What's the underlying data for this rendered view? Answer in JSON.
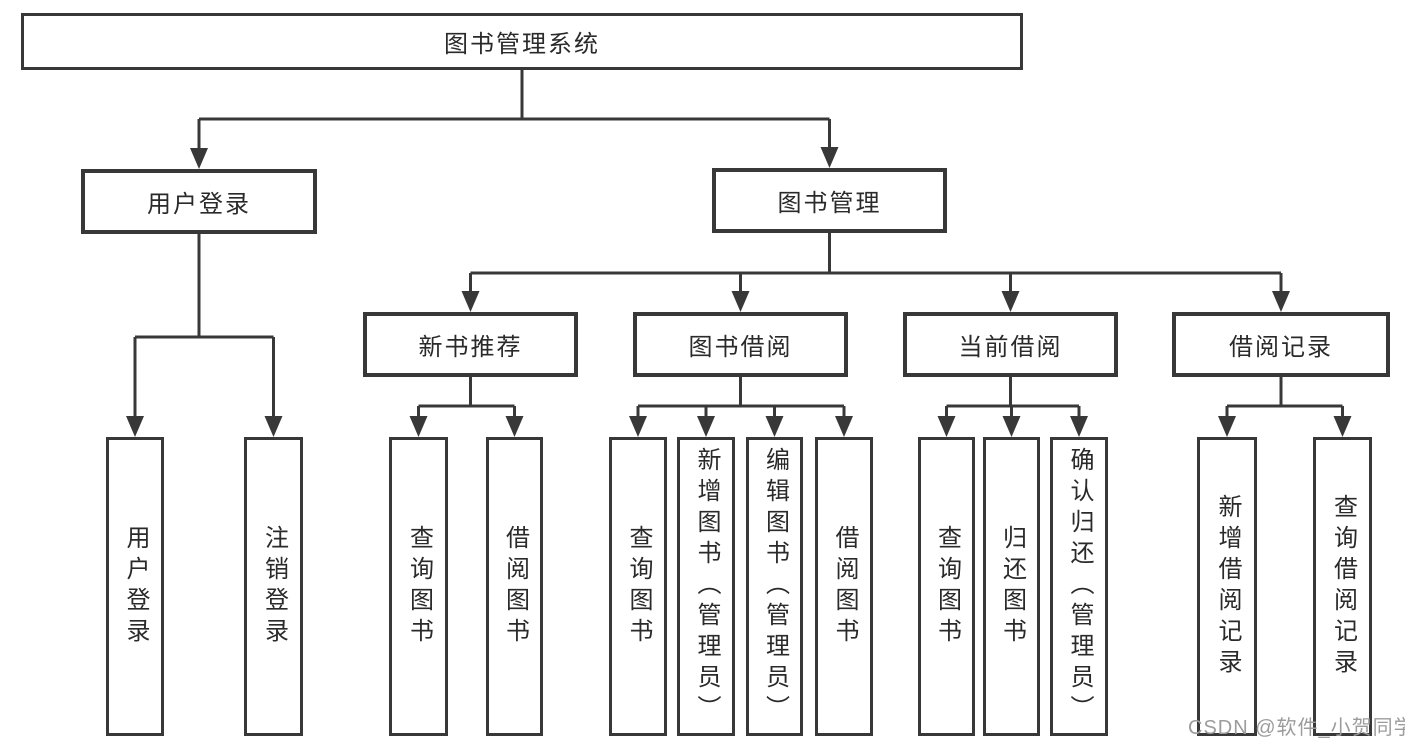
{
  "page": {
    "background": "#ffffff"
  },
  "watermark": {
    "text": "CSDN @软件_小贺同学",
    "color": "#9c9c9c"
  },
  "diagram": {
    "type": "hierarchy-tree",
    "line_color": "#383838",
    "box_border_color": "#383838",
    "text_color": "#2a2a2a",
    "nodes": {
      "root": "图书管理系统",
      "user_login": "用户登录",
      "book_mgmt": "图书管理",
      "new_books": "新书推荐",
      "book_borrow": "图书借阅",
      "current_borrow": "当前借阅",
      "borrow_records": "借阅记录",
      "ul_login": "用户登录",
      "ul_logout": "注销登录",
      "nb_query": "查询图书",
      "nb_borrow": "借阅图书",
      "bb_query": "查询图书",
      "bb_add": "新增图书（管理员）",
      "bb_edit": "编辑图书（管理员）",
      "bb_borrow": "借阅图书",
      "cb_query": "查询图书",
      "cb_return": "归还图书",
      "cb_confirm": "确认归还（管理员）",
      "br_add": "新增借阅记录",
      "br_query": "查询借阅记录"
    },
    "hierarchy": {
      "图书管理系统": {
        "用户登录": [
          "用户登录",
          "注销登录"
        ],
        "图书管理": {
          "新书推荐": [
            "查询图书",
            "借阅图书"
          ],
          "图书借阅": [
            "查询图书",
            "新增图书（管理员）",
            "编辑图书（管理员）",
            "借阅图书"
          ],
          "当前借阅": [
            "查询图书",
            "归还图书",
            "确认归还（管理员）"
          ],
          "借阅记录": [
            "新增借阅记录",
            "查询借阅记录"
          ]
        }
      }
    }
  }
}
